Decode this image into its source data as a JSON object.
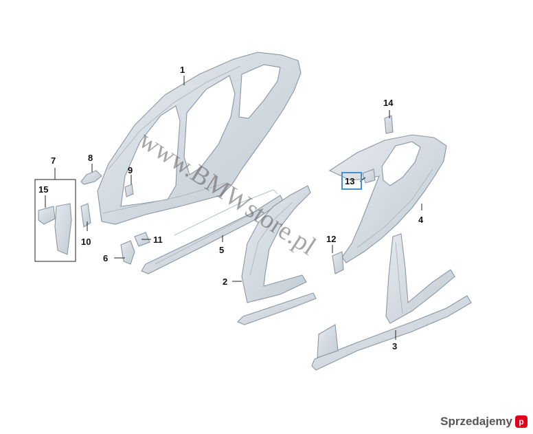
{
  "callouts": {
    "p1": "1",
    "p2": "2",
    "p3": "3",
    "p4": "4",
    "p5": "5",
    "p6": "6",
    "p7": "7",
    "p8": "8",
    "p9": "9",
    "p10": "10",
    "p11": "11",
    "p12": "12",
    "p13": "13",
    "p14": "14",
    "p15": "15"
  },
  "watermark": "www.BMWstore.pl",
  "brand": {
    "name": "Sprzedajemy",
    "mark": "p"
  },
  "colors": {
    "part_fill": "#d3dae1",
    "part_stroke": "#8a96a3",
    "highlight": "#4a90c8",
    "brand": "#e2001a"
  }
}
